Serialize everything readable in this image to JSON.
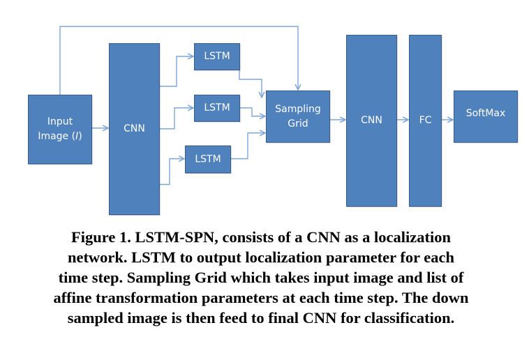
{
  "diagram": {
    "title": "LSTM-SPN architecture",
    "colors": {
      "box_fill": "#4f81bd",
      "box_border": "#385d8a",
      "arrow": "#7ea6d8",
      "text": "#ffffff"
    },
    "nodes": {
      "input_image": {
        "label": "Input",
        "label_line2_prefix": "Image (",
        "label_var": "I",
        "label_line2_suffix": ")"
      },
      "cnn_localization": {
        "label": "CNN"
      },
      "lstm_1": {
        "label": "LSTM"
      },
      "lstm_2": {
        "label": "LSTM"
      },
      "lstm_3": {
        "label": "LSTM"
      },
      "sampling_grid": {
        "label": "Sampling\nGrid"
      },
      "cnn_classifier": {
        "label": "CNN"
      },
      "fc": {
        "label": "FC"
      },
      "softmax": {
        "label": "SoftMax"
      }
    },
    "edges": [
      {
        "from": "input_image",
        "to": "cnn_localization"
      },
      {
        "from": "input_image",
        "to": "sampling_grid"
      },
      {
        "from": "cnn_localization",
        "to": "lstm_1"
      },
      {
        "from": "cnn_localization",
        "to": "lstm_2"
      },
      {
        "from": "cnn_localization",
        "to": "lstm_3"
      },
      {
        "from": "lstm_1",
        "to": "sampling_grid"
      },
      {
        "from": "lstm_2",
        "to": "sampling_grid"
      },
      {
        "from": "lstm_3",
        "to": "sampling_grid"
      },
      {
        "from": "sampling_grid",
        "to": "cnn_classifier"
      },
      {
        "from": "cnn_classifier",
        "to": "fc"
      },
      {
        "from": "fc",
        "to": "softmax"
      }
    ]
  },
  "caption": {
    "lines": [
      "Figure 1.  LSTM-SPN, consists of a CNN as a localization",
      "network. LSTM to output localization parameter for each",
      "time step. Sampling Grid which takes input image and list of",
      "affine transformation parameters at each time step. The down",
      "sampled image is then feed to final CNN for classification."
    ]
  }
}
